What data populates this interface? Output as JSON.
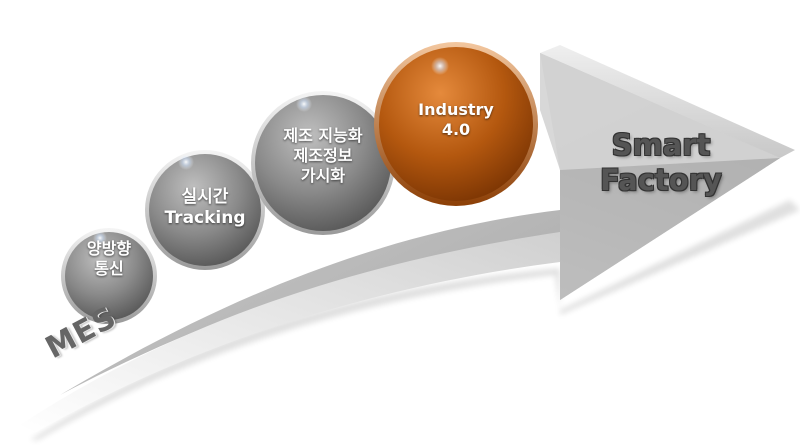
{
  "diagram": {
    "arrow_label": "MES",
    "target": [
      "Smart",
      "Factory"
    ],
    "stages": [
      {
        "lines": [
          "양방향",
          "통신"
        ],
        "color": "gray"
      },
      {
        "lines": [
          "실시간",
          "Tracking"
        ],
        "color": "gray"
      },
      {
        "lines": [
          "제조 지능화",
          "제조정보",
          "가시화"
        ],
        "color": "gray"
      },
      {
        "lines": [
          "Industry",
          "4.0"
        ],
        "color": "orange"
      }
    ]
  }
}
